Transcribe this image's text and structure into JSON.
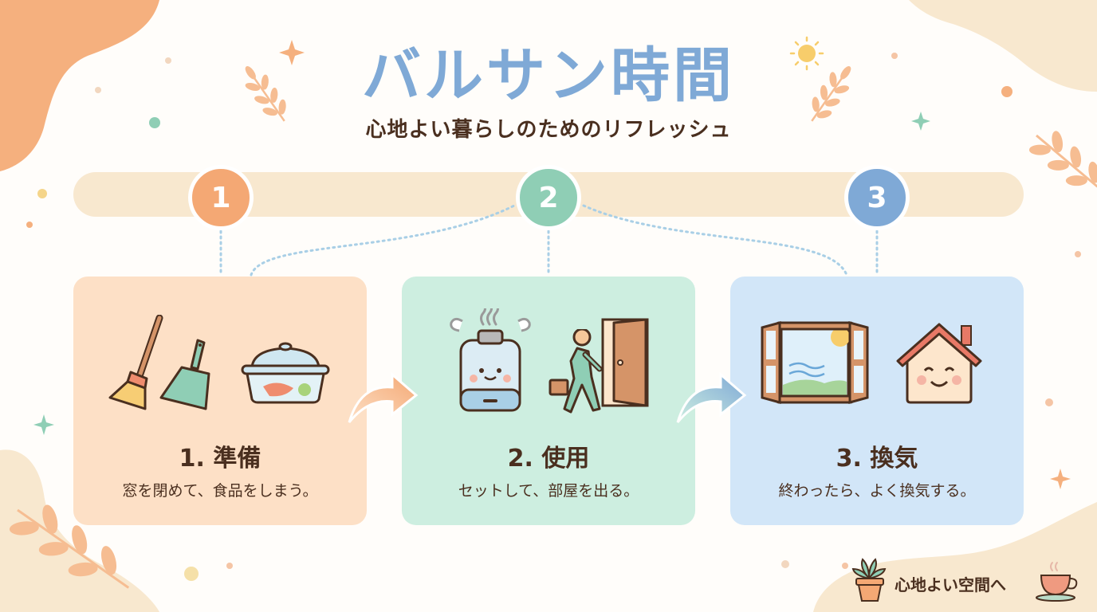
{
  "header": {
    "title": "バルサン時間",
    "subtitle": "心地よい暮らしのためのリフレッシュ"
  },
  "steps": [
    {
      "number": "1",
      "title": "1. 準備",
      "description": "窓を閉めて、食品をしまう。",
      "color": "#f4a874",
      "card_bg": "#fde0c6",
      "icons": [
        "broom-icon",
        "dustpan-icon",
        "food-container-icon"
      ]
    },
    {
      "number": "2",
      "title": "2. 使用",
      "description": "セットして、部屋を出る。",
      "color": "#8fceb5",
      "card_bg": "#cdeee0",
      "icons": [
        "fumigator-icon",
        "person-leaving-icon",
        "door-icon"
      ]
    },
    {
      "number": "3",
      "title": "3. 換気",
      "description": "終わったら、よく換気する。",
      "color": "#7fa9d6",
      "card_bg": "#d2e6f8",
      "icons": [
        "open-window-icon",
        "happy-house-icon"
      ]
    }
  ],
  "footer": {
    "text": "心地よい空間へ",
    "icons": [
      "potted-plant-icon",
      "tea-cup-icon"
    ]
  },
  "colors": {
    "title": "#7fa9d6",
    "text": "#4a2f1f",
    "track": "#f8e8cf",
    "blob_orange": "#f5b07e",
    "blob_cream": "#f8e8cf"
  }
}
